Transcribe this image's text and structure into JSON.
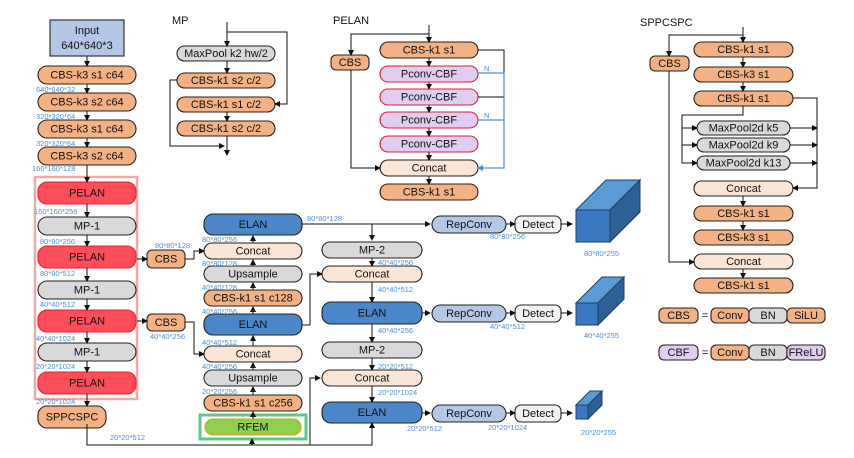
{
  "colors": {
    "cbs": "#f4b183",
    "concat": "#fbe5d6",
    "gray": "#d9d9d9",
    "pelan": "#ff4d5a",
    "elan": "#4a86c8",
    "repconv": "#b4c7e7",
    "detect": "#f2f2f2",
    "input": "#b4c7e7",
    "cbf": "#e0cdf0",
    "rfem": "#8fd14f",
    "rfem_border": "#5cc98a",
    "pelan_group_border": "#f4a9a9",
    "dim_text": "#4a8fd6"
  },
  "backbone": {
    "input": {
      "line1": "Input",
      "line2": "640*640*3"
    },
    "layers": [
      {
        "label": "CBS-k3 s1 c64",
        "dim": "640*640*32"
      },
      {
        "label": "CBS-k3 s2 c64",
        "dim": "320*320*64"
      },
      {
        "label": "CBS-k3 s1 c64",
        "dim": "320*320*64"
      },
      {
        "label": "CBS-k3 s2 c64",
        "dim": "160*160*128"
      },
      {
        "label": "PELAN",
        "dim": "160*160*256"
      },
      {
        "label": "MP-1",
        "dim": "80*80*256"
      },
      {
        "label": "PELAN",
        "dim": "80*80*512"
      },
      {
        "label": "MP-1",
        "dim": "40*40*512"
      },
      {
        "label": "PELAN",
        "dim": "40*40*1024"
      },
      {
        "label": "MP-1",
        "dim": "20*20*1024"
      },
      {
        "label": "PELAN",
        "dim": "20*20*1024"
      },
      {
        "label": "SPPCSPC",
        "dim": "20*20*512"
      }
    ]
  },
  "neck": {
    "cbs_top": {
      "label": "CBS",
      "dim": "80*80*128"
    },
    "cbs_mid": {
      "label": "CBS",
      "dim": "40*40*256"
    },
    "up_column": [
      {
        "label": "ELAN",
        "dim_in": "80*80*256",
        "dim_out": "80*80*128"
      },
      {
        "label": "Concat",
        "dim_in": "80*80*128"
      },
      {
        "label": "Upsample",
        "dim_in": "40*40*128"
      },
      {
        "label": "CBS-k1 s1 c128",
        "dim_in": "40*40*256"
      },
      {
        "label": "ELAN",
        "dim_in": "40*40*512"
      },
      {
        "label": "Concat",
        "dim_in": "40*40*256"
      },
      {
        "label": "Upsample",
        "dim_in": "20*20*256"
      },
      {
        "label": "CBS-k1 s1 c256"
      },
      {
        "label": "RFEM"
      }
    ],
    "down_column": [
      {
        "label": "MP-2",
        "dim": "40*40*256"
      },
      {
        "label": "Concat",
        "dim": "40*40*512"
      },
      {
        "label": "ELAN",
        "dim": "40*40*256"
      },
      {
        "label": "MP-2",
        "dim": "20*20*512"
      },
      {
        "label": "Concat",
        "dim": "20*20*1024"
      },
      {
        "label": "ELAN",
        "dim": "20*20*512"
      }
    ]
  },
  "heads": [
    {
      "repconv": "RepConv",
      "detect": "Detect",
      "dim_mid": "80*80*256",
      "dim_out": "80*80*255"
    },
    {
      "repconv": "RepConv",
      "detect": "Detect",
      "dim_mid": "40*40*512",
      "dim_out": "40*40*255"
    },
    {
      "repconv": "RepConv",
      "detect": "Detect",
      "dim_mid": "20*20*1024",
      "dim_out": "20*20*255"
    }
  ],
  "mp_block": {
    "title": "MP",
    "layers": [
      "MaxPool k2 hw/2",
      "CBS-k1 s2 c/2",
      "CBS-k1 s1 c/2",
      "CBS-k1 s2 c/2"
    ]
  },
  "pelan_block": {
    "title": "PELAN",
    "side": "CBS",
    "layers": [
      "CBS-k1 s1",
      "Pconv-CBF",
      "Pconv-CBF",
      "Pconv-CBF",
      "Pconv-CBF",
      "Concat",
      "CBS-k1 s1"
    ],
    "n_label": "N"
  },
  "sppcspc_block": {
    "title": "SPPCSPC",
    "side": "CBS",
    "layers": [
      "CBS-k1 s1",
      "CBS-k3 s1",
      "CBS-k1 s1",
      "MaxPool2d k5",
      "MaxPool2d k9",
      "MaxPool2d k13",
      "Concat",
      "CBS-k1 s1",
      "CBS-k3 s1",
      "Concat",
      "CBS-k1 s1"
    ]
  },
  "legend": [
    {
      "name": "CBS",
      "eq": "=",
      "parts": [
        "Conv",
        "BN",
        "SiLU"
      ]
    },
    {
      "name": "CBF",
      "eq": "=",
      "parts": [
        "Conv",
        "BN",
        "FReLU"
      ]
    }
  ]
}
